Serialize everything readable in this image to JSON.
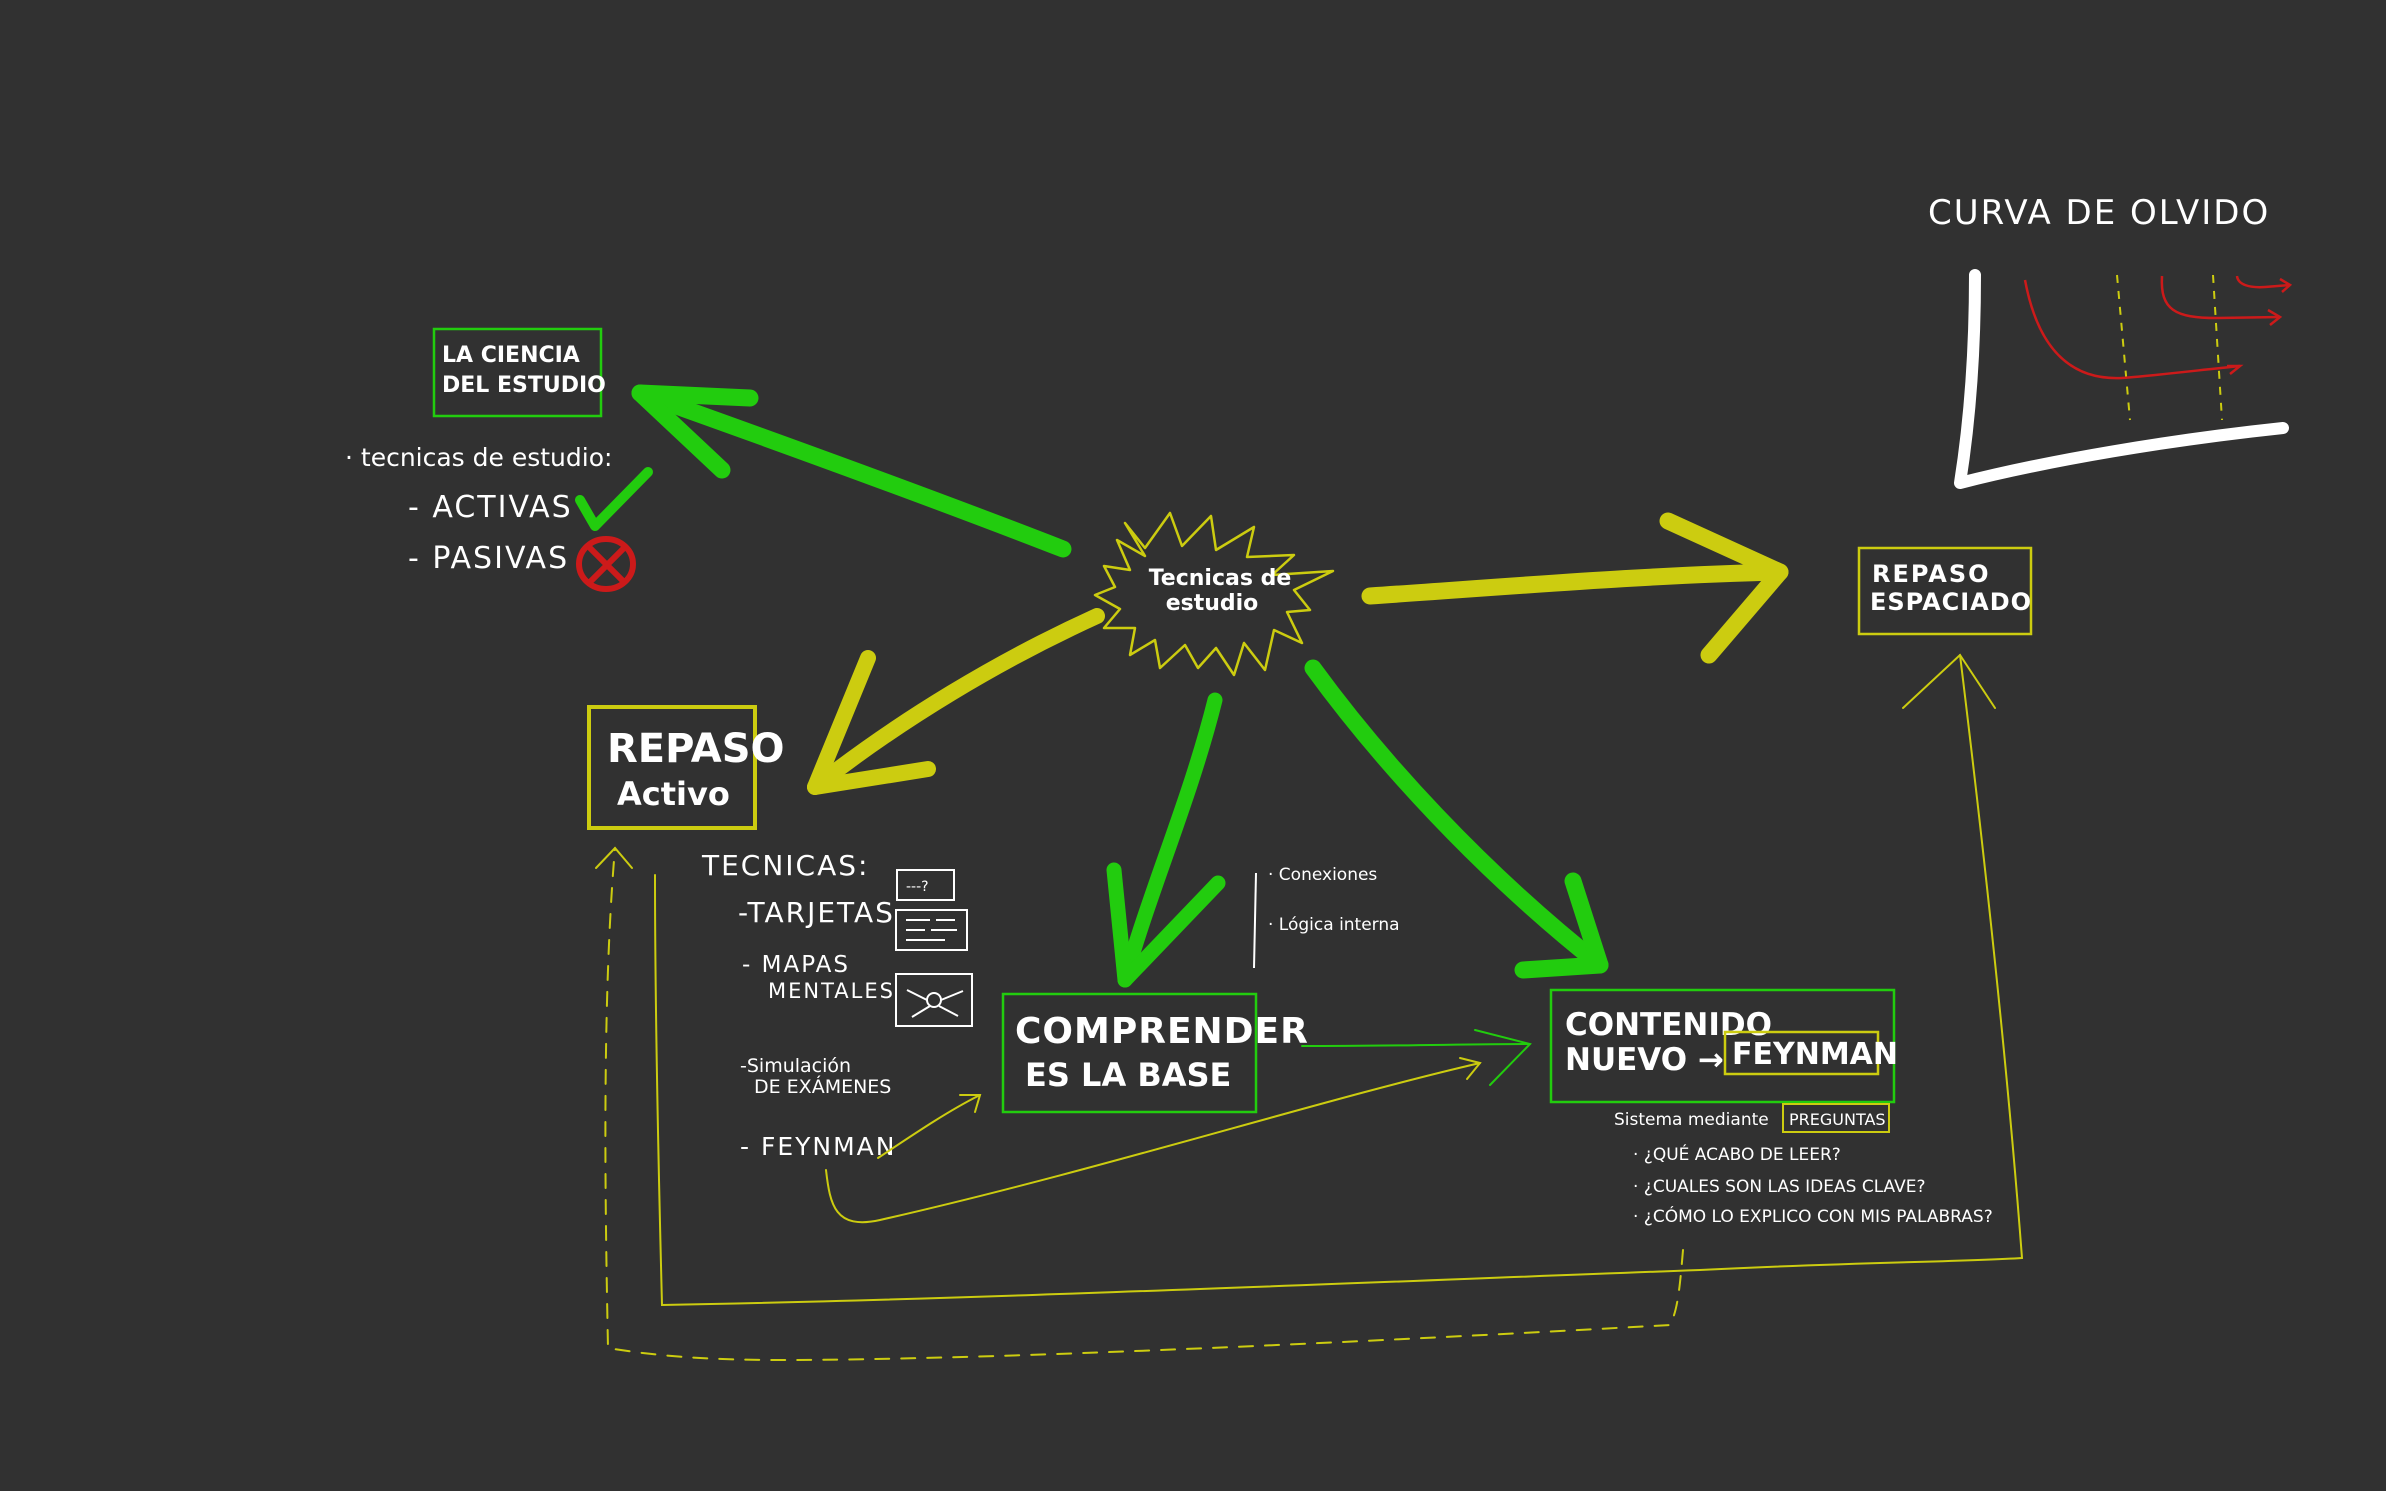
{
  "colors": {
    "background": "#313131",
    "green": "#22cc0e",
    "yellow": "#cccc10",
    "white": "#ffffff",
    "red": "#cc1a1a"
  },
  "center": {
    "label_line1": "Tecnicas de",
    "label_line2": "estudio"
  },
  "ciencia": {
    "line1": "LA CIENCIA",
    "line2": "DEL ESTUDIO",
    "note_title": "· tecnicas de estudio:",
    "activas": "- ACTIVAS",
    "pasivas": "- PASIVAS"
  },
  "curva": {
    "title": "CURVA DE OLVIDO"
  },
  "repaso_espaciado": {
    "line1": "REPASO",
    "line2": "ESPACIADO"
  },
  "repaso_activo": {
    "line1": "REPASO",
    "line2": "Activo",
    "tecnicas_title": "TECNICAS:",
    "tarjetas": "-TARJETAS",
    "mapas_line1": "- MAPAS",
    "mapas_line2": "MENTALES",
    "simulacion_line1": "-Simulación",
    "simulacion_line2": "DE EXÁMENES",
    "feynman": "- FEYNMAN",
    "card_mark": "---?"
  },
  "comprender": {
    "line1": "COMPRENDER",
    "line2": "ES LA BASE",
    "conexiones": "· Conexiones",
    "logica": "· Lógica interna"
  },
  "contenido": {
    "line1": "CONTENIDO",
    "line2": "NUEVO →",
    "feynman": "FEYNMAN",
    "sistema": "Sistema mediante",
    "preguntas": "PREGUNTAS",
    "q1": "· ¿QUÉ ACABO DE LEER?",
    "q2": "· ¿CUALES SON LAS IDEAS CLAVE?",
    "q3": "· ¿CÓMO LO EXPLICO CON MIS PALABRAS?"
  }
}
